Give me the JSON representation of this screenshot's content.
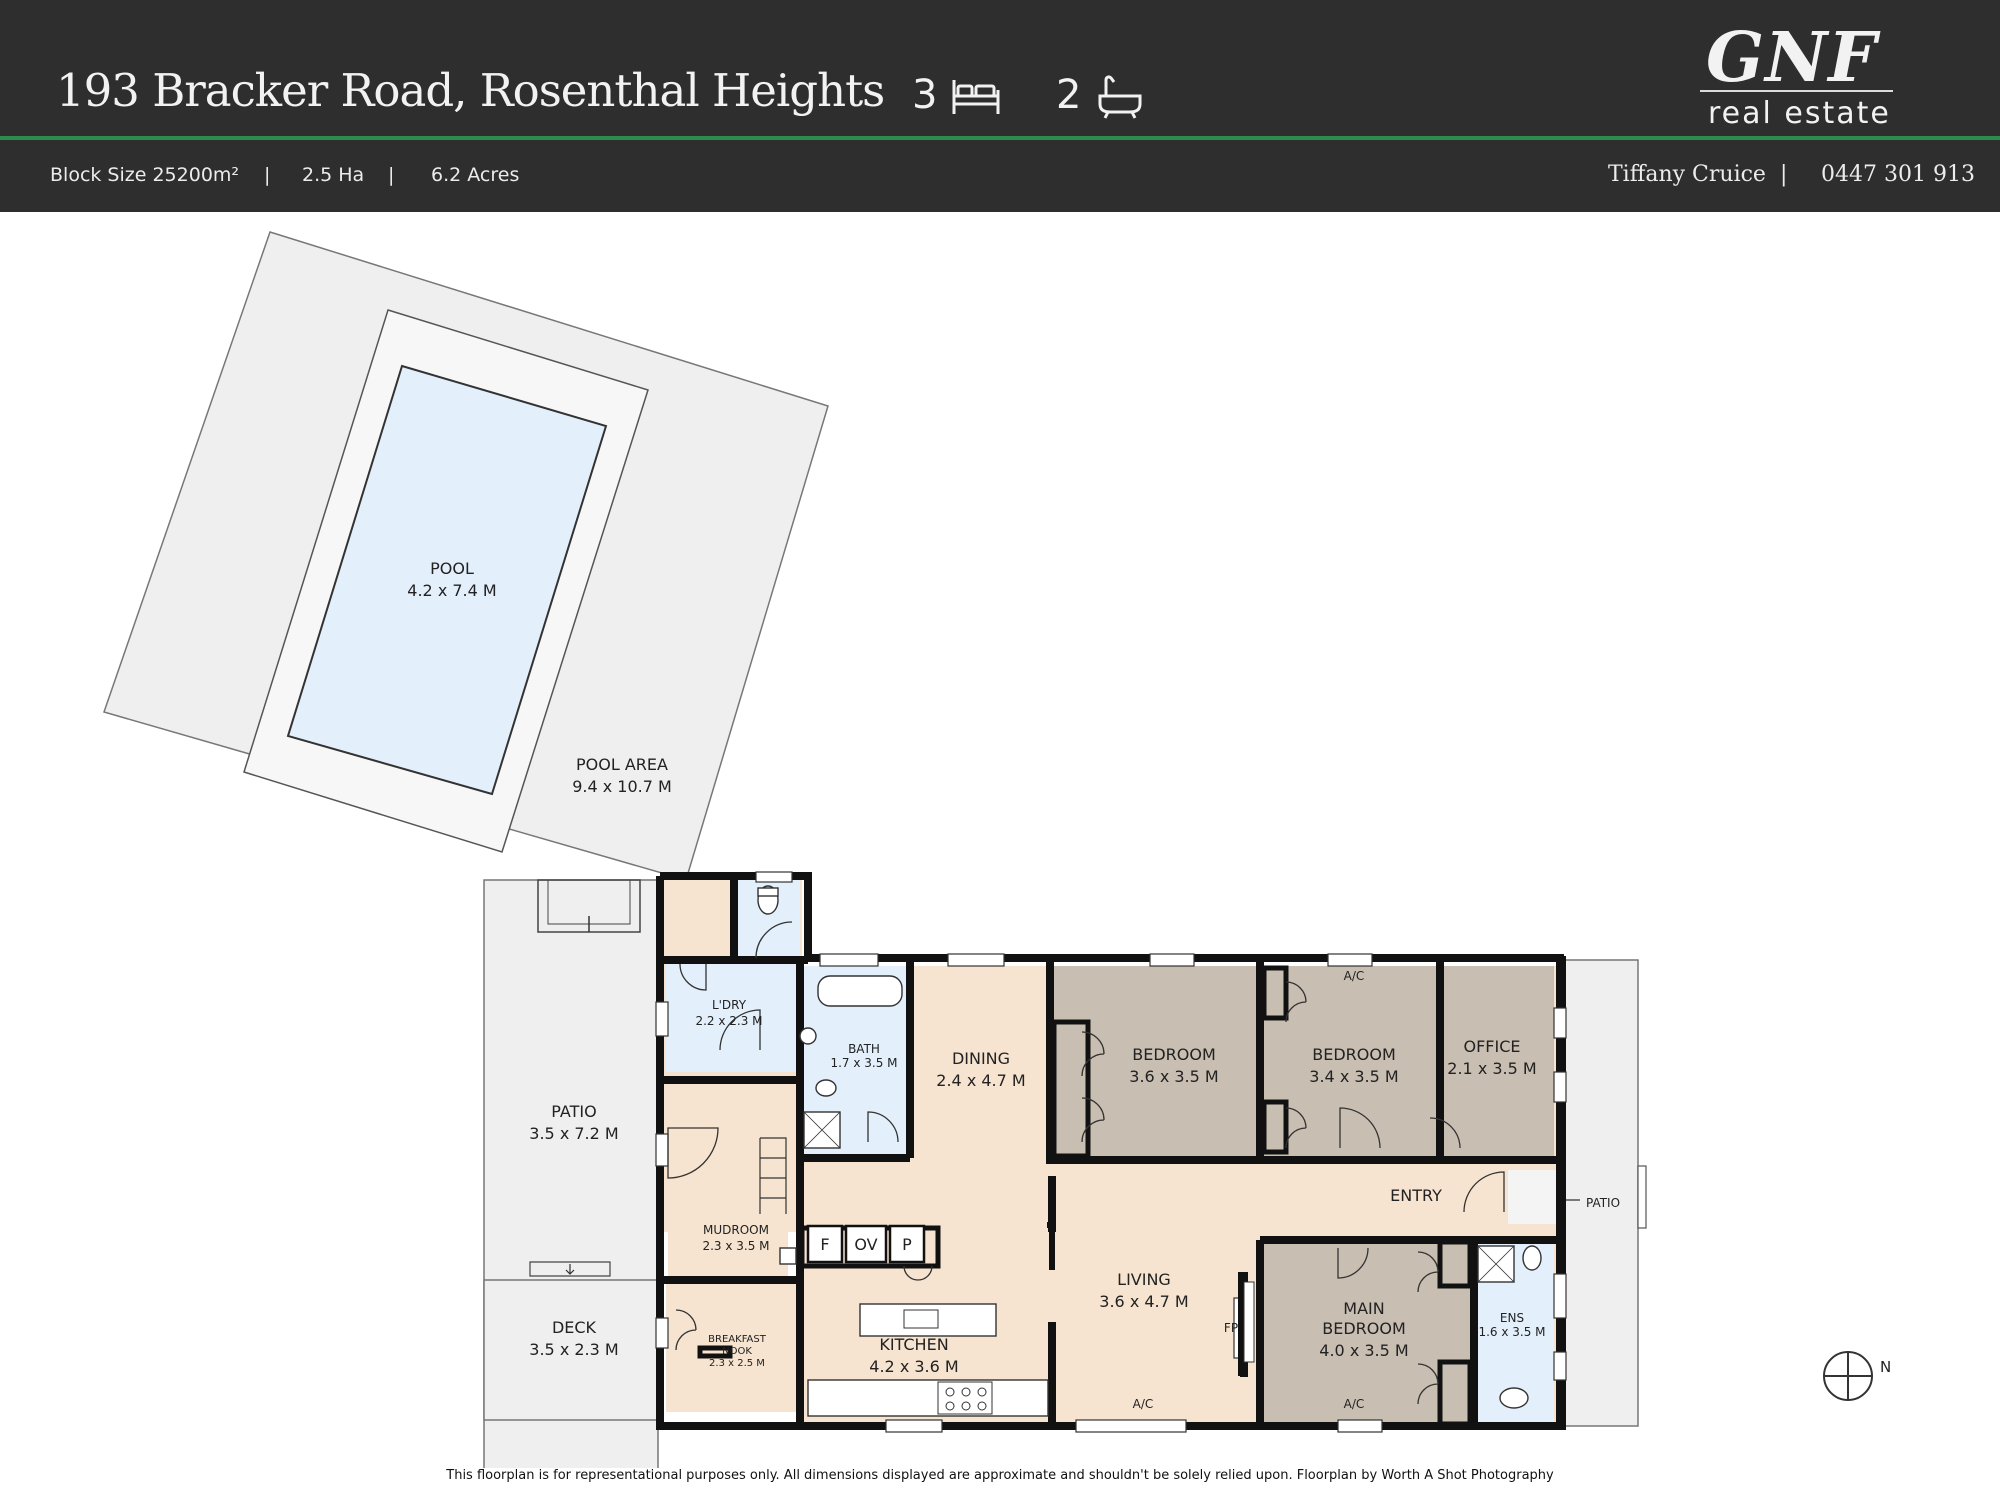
{
  "header": {
    "address": "193 Bracker Road, Rosenthal Heights",
    "bedrooms": "3",
    "bathrooms": "2",
    "block_size": "Block Size 25200m²",
    "hectares": "2.5 Ha",
    "acres": "6.2 Acres",
    "separator": "|",
    "agent_name": "Tiffany Cruice",
    "agent_phone": "0447 301 913",
    "logo_main": "GNF",
    "logo_sub": "real estate"
  },
  "icons": {
    "bedrooms": "bed-icon",
    "bathrooms": "bathtub-icon",
    "compass": "compass-north-icon"
  },
  "colors": {
    "header_bg": "#2e2e2e",
    "accent_line": "#2e8b4f",
    "pool_water": "#e3f0fc",
    "wet_areas": "#e3f0fc",
    "living_areas": "#f6e4d0",
    "bedrooms": "#c9beb2",
    "outdoor_areas": "#efefef",
    "walls": "#111111"
  },
  "rooms": {
    "pool": {
      "name": "POOL",
      "size": "4.2 x 7.4 M"
    },
    "pool_area": {
      "name": "POOL AREA",
      "size": "9.4 x 10.7 M"
    },
    "patio_west": {
      "name": "PATIO",
      "size": "3.5 x 7.2 M"
    },
    "deck": {
      "name": "DECK",
      "size": "3.5 x 2.3 M"
    },
    "laundry": {
      "name": "L'DRY",
      "size": "2.2 x 2.3 M"
    },
    "bath": {
      "name": "BATH",
      "size": "1.7 x 3.5 M"
    },
    "dining": {
      "name": "DINING",
      "size": "2.4 x 4.7 M"
    },
    "bedroom_2": {
      "name": "BEDROOM",
      "size": "3.6 x 3.5 M"
    },
    "bedroom_3": {
      "name": "BEDROOM",
      "size": "3.4 x 3.5 M"
    },
    "office": {
      "name": "OFFICE",
      "size": "2.1 x 3.5 M"
    },
    "entry": {
      "name": "ENTRY"
    },
    "patio_east": {
      "name": "PATIO"
    },
    "mudroom": {
      "name": "MUDROOM",
      "size": "2.3 x 3.5 M"
    },
    "living": {
      "name": "LIVING",
      "size": "3.6 x 4.7 M"
    },
    "main_bedroom": {
      "name_line1": "MAIN",
      "name_line2": "BEDROOM",
      "size": "4.0 x 3.5 M"
    },
    "ensuite": {
      "name": "ENS",
      "size": "1.6 x 3.5 M"
    },
    "breakfast_nook": {
      "name_line1": "BREAKFAST",
      "name_line2": "NOOK",
      "size": "2.3 x 2.5 M"
    },
    "kitchen": {
      "name": "KITCHEN",
      "size": "4.2 x 3.6 M"
    }
  },
  "fixtures": {
    "fridge": "F",
    "oven": "OV",
    "pantry": "P",
    "fireplace": "FP",
    "ac": "A/C"
  },
  "compass_label": "N",
  "disclaimer": "This floorplan is for representational purposes only. All dimensions displayed are approximate and shouldn't be solely relied upon. Floorplan by Worth A Shot Photography"
}
